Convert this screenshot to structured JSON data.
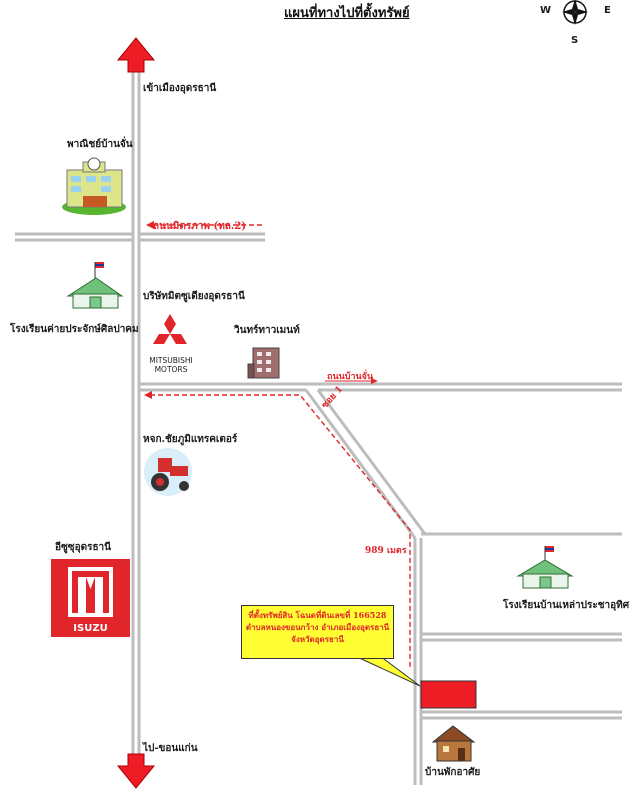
{
  "title": "แผนที่ทางไปที่ตั้งทรัพย์",
  "compass": {
    "north": "",
    "west": "W",
    "east": "E",
    "south": "S"
  },
  "labels": {
    "to_udon_city": "เข้าเมืองอุดรธานี",
    "commercial_bank": "พาณิชย์บ้านจั่น",
    "mittraphap_road": "ถนนมิตรภาพ (ทล.2)",
    "school_left": "โรงเรียนค่ายประจักษ์ศิลปาคม",
    "mitsubishi_dealer": "บริษัทมิตซูเดียงอุดรธานี",
    "win_apartment": "วินทร์ทาวเมนท์",
    "ban_chan_road": "ถนนบ้านจั่น",
    "soi_1": "ซอย 1",
    "tractor_shop": "หจก.ชัยภูมิแทรคเตอร์",
    "isuzu_dealer": "อีซูซุอุดรธานี",
    "distance": "989 เมตร",
    "school_right": "โรงเรียนบ้านเหล่าประชาอุทิศ",
    "to_khon_kaen": "ไป-ขอนแก่น",
    "dormitory": "บ้านพักอาศัย"
  },
  "callout": {
    "line1": "ที่ตั้งทรัพย์สิน โฉนดที่ดินเลขที่ 166528",
    "line2": "ตำบลหนองขอนกว้าง อำเภอเมืองอุดรธานี",
    "line3": "จังหวัดอุดรธานี"
  },
  "logos": {
    "mitsubishi_line1": "MITSUBISHI",
    "mitsubishi_line2": "MOTORS",
    "isuzu": "ISUZU"
  },
  "colors": {
    "road": "#bdbdbd",
    "route": "#e0262b",
    "callout_bg": "#ffff33",
    "target": "#ee1c24",
    "isuzu": "#e0262b"
  }
}
